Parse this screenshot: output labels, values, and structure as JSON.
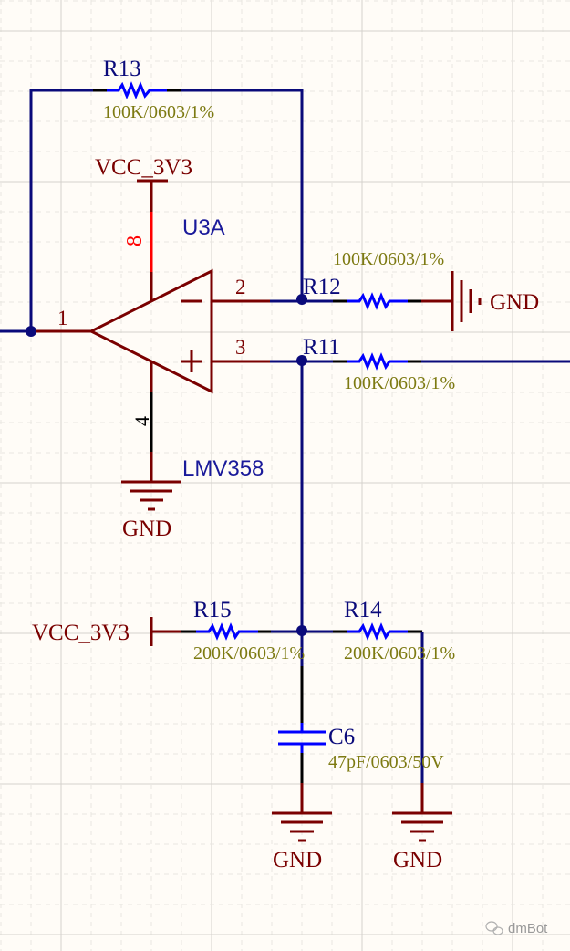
{
  "schematic": {
    "components": {
      "R13": {
        "designator": "R13",
        "value": "100K/0603/1%"
      },
      "R12": {
        "designator": "R12",
        "value": "100K/0603/1%"
      },
      "R11": {
        "designator": "R11",
        "value": "100K/0603/1%"
      },
      "R15": {
        "designator": "R15",
        "value": "200K/0603/1%"
      },
      "R14": {
        "designator": "R14",
        "value": "200K/0603/1%"
      },
      "C6": {
        "designator": "C6",
        "value": "47pF/0603/50V"
      },
      "U3A": {
        "designator": "U3A",
        "part": "LMV358"
      }
    },
    "pins": {
      "out": "1",
      "inv": "2",
      "noninv": "3",
      "gnd": "4",
      "vcc": "8",
      "minus_sign": "−",
      "plus_sign": "+"
    },
    "power": {
      "vcc_top": "VCC_3V3",
      "vcc_left": "VCC_3V3",
      "gnd_opamp": "GND",
      "gnd_r12": "GND",
      "gnd_c6": "GND",
      "gnd_r14": "GND"
    },
    "colors": {
      "wire": "#0a0a7a",
      "power": "#7a0000",
      "resistor": "#0000ff",
      "value_text": "#7d7a12",
      "pin8": "#ff0000",
      "background": "#fffcf7"
    }
  },
  "watermark": {
    "icon": "wechat-icon",
    "text": "dmBot"
  }
}
